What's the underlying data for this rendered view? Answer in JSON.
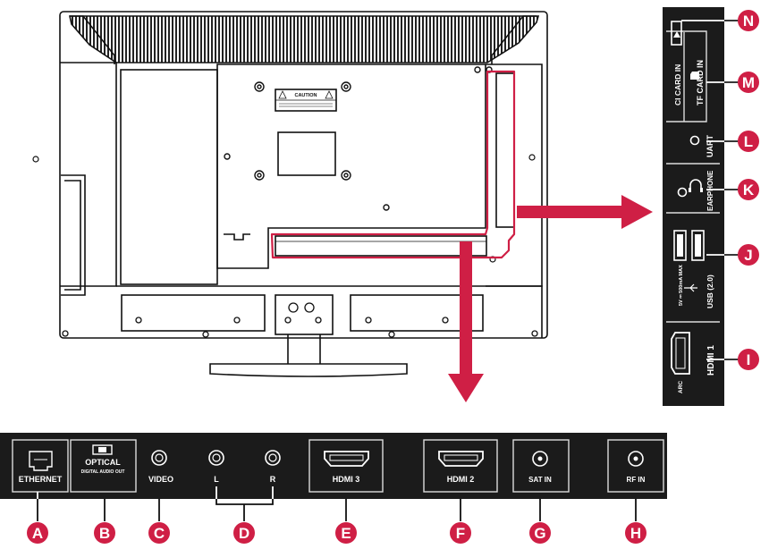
{
  "colors": {
    "accent": "#cf1f45",
    "panel": "#1b1b1b",
    "port_label": "#ffffff",
    "outline": "#111111"
  },
  "tv_back": {
    "warning_label": "CAUTION"
  },
  "bottom_panel": {
    "ports": [
      {
        "id": "A",
        "label": "ETHERNET",
        "icon": "ethernet-port-icon"
      },
      {
        "id": "B",
        "label": "OPTICAL",
        "sublabel": "DIGITAL AUDIO OUT",
        "icon": "optical-port-icon"
      },
      {
        "id": "C",
        "label": "VIDEO",
        "icon": "rca-jack-icon"
      },
      {
        "id": "D",
        "left_label": "L",
        "right_label": "R",
        "icon": "rca-jack-icon"
      },
      {
        "id": "E",
        "label": "HDMI 3",
        "icon": "hdmi-port-icon"
      },
      {
        "id": "F",
        "label": "HDMI 2",
        "icon": "hdmi-port-icon"
      },
      {
        "id": "G",
        "label": "SAT IN",
        "icon": "coax-port-icon"
      },
      {
        "id": "H",
        "label": "RF IN",
        "icon": "coax-port-icon"
      }
    ]
  },
  "side_panel": {
    "ci_card": "CI CARD IN",
    "tf_card": "TF CARD IN",
    "uart": "UART",
    "earphone": "EARPHONE",
    "usb_spec": "5V ⎓ 500mA MAX",
    "usb": "USB (2.0)",
    "hdmi": "HDMI 1",
    "arc": "ARC",
    "badges": [
      "N",
      "M",
      "L",
      "K",
      "J",
      "I"
    ]
  }
}
